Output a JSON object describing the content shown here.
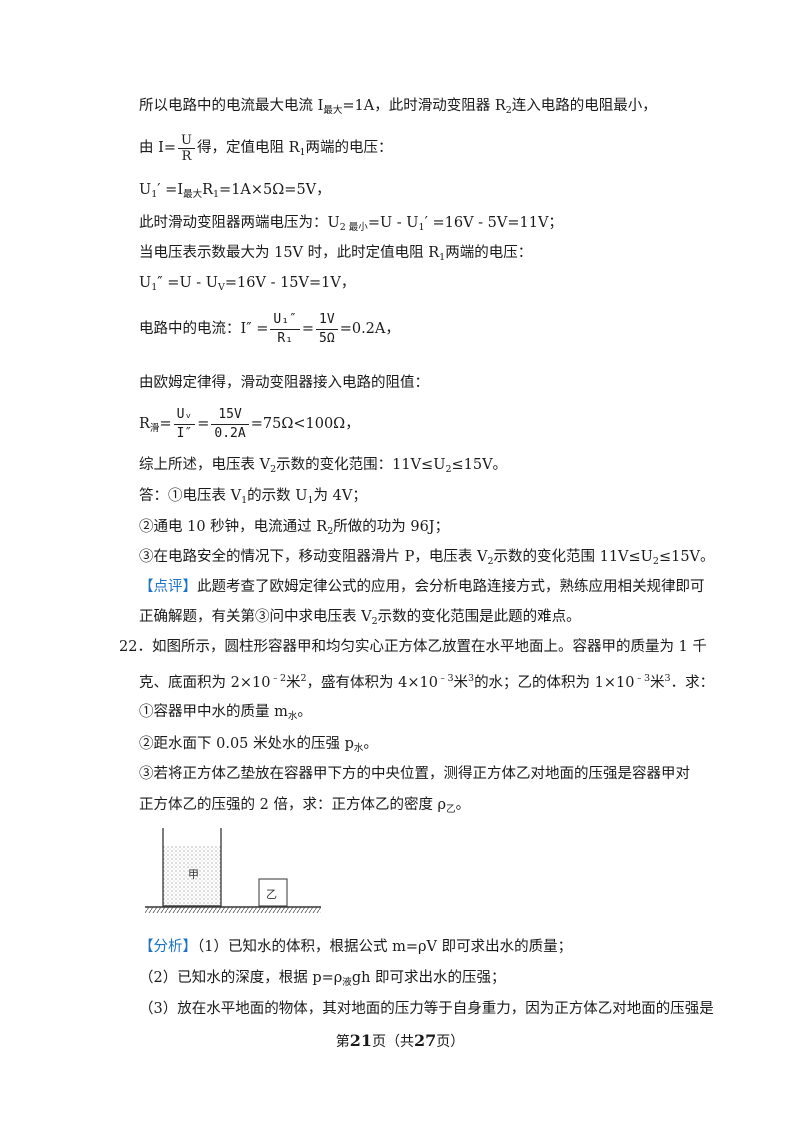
{
  "lines": {
    "l1": "所以电路中的电流最大电流 I",
    "l1_sub": "最大",
    "l1_rest": "=1A，此时滑动变阻器 R",
    "l1_sub2": "2",
    "l1_end": "连入电路的电阻最小，",
    "l2_pre": "由 I=",
    "l2_num": "U",
    "l2_den": "R",
    "l2_post": "得，定值电阻 R",
    "l2_sub": "1",
    "l2_end": "两端的电压：",
    "l3": "U",
    "l3_a": "1",
    "l3_b": "′ =I",
    "l3_c": "最大",
    "l3_d": "R",
    "l3_e": "1",
    "l3_f": "=1A×5Ω=5V，",
    "l4": "此时滑动变阻器两端电压为：U",
    "l4_sub": "2 最小",
    "l4_rest": "=U - U",
    "l4_sub2": "1",
    "l4_end": "′ =16V - 5V=11V；",
    "l5": "当电压表示数最大为 15V 时，此时定值电阻 R",
    "l5_sub": "1",
    "l5_end": "两端的电压：",
    "l6": "U",
    "l6_a": "1",
    "l6_b": "″ =U - U",
    "l6_c": "V",
    "l6_d": "=16V - 15V=1V，",
    "l7_pre": "电路中的电流：I″ =",
    "l7_num": "U₁″",
    "l7_den": "R₁",
    "l7_eq": "=",
    "l7_num2": "1V",
    "l7_den2": "5Ω",
    "l7_end": "=0.2A，",
    "l8": "由欧姆定律得，滑动变阻器接入电路的阻值：",
    "l9_pre": "R",
    "l9_sub": "滑",
    "l9_eq": "=",
    "l9_num": "Uᵥ",
    "l9_den": "I″",
    "l9_eq2": "=",
    "l9_num2": "15V",
    "l9_den2": "0.2A",
    "l9_end": "=75Ω<100Ω，",
    "l10": "综上所述，电压表 V",
    "l10_sub": "2",
    "l10_end": "示数的变化范围：11V≤U",
    "l10_sub2": "2",
    "l10_end2": "≤15V。",
    "l11": "答：①电压表 V",
    "l11_sub": "1",
    "l11_mid": "的示数 U",
    "l11_sub2": "1",
    "l11_end": "为 4V；",
    "l12": "②通电 10 秒钟，电流通过 R",
    "l12_sub": "2",
    "l12_end": "所做的功为 96J；",
    "l13": "③在电路安全的情况下，移动变阻器滑片 P，电压表 V",
    "l13_sub": "2",
    "l13_mid": "示数的变化范围 11V≤U",
    "l13_sub2": "2",
    "l13_end": "≤15V。",
    "l14_tag": "【点评】",
    "l14": "此题考查了欧姆定律公式的应用，会分析电路连接方式，熟练应用相关规律即可",
    "l15": "正确解题，有关第③问中求电压表 V",
    "l15_sub": "2",
    "l15_end": "示数的变化范围是此题的难点。",
    "q22": "22．如图所示，圆柱形容器甲和均匀实心正方体乙放置在水平地面上。容器甲的质量为 1 千",
    "q22b": "克、底面积为 2×10",
    "q22b_sup": "﹣2",
    "q22b_mid": "米",
    "q22b_sup2": "2",
    "q22b_mid2": "，盛有体积为 4×10",
    "q22b_sup3": "﹣3",
    "q22b_mid3": "米",
    "q22b_sup4": "3",
    "q22b_mid4": "的水；乙的体积为 1×10",
    "q22b_sup5": "﹣3",
    "q22b_mid5": "米",
    "q22b_sup6": "3",
    "q22b_end": "．求：",
    "q22c": "①容器甲中水的质量 m",
    "q22c_sub": "水",
    "q22c_end": "。",
    "q22d": "②距水面下 0.05 米处水的压强 p",
    "q22d_sub": "水",
    "q22d_end": "。",
    "q22e": "③若将正方体乙垫放在容器甲下方的中央位置，测得正方体乙对地面的压强是容器甲对",
    "q22f": "正方体乙的压强的 2 倍，求：正方体乙的密度 ρ",
    "q22f_sub": "乙",
    "q22f_end": "。",
    "fig_jia": "甲",
    "fig_yi": "乙",
    "a_tag": "【分析】",
    "a1": "（1）已知水的体积，根据公式 m=ρV 即可求出水的质量；",
    "a2": "（2）已知水的深度，根据 p=ρ",
    "a2_sub": "液",
    "a2_end": "gh 即可求出水的压强；",
    "a3": "（3）放在水平地面的物体，其对地面的压力等于自身重力，因为正方体乙对地面的压强是"
  },
  "footer": {
    "pre": "第",
    "page": "21",
    "mid": "页（共",
    "total": "27",
    "end": "页）"
  },
  "colors": {
    "accent": "#1a73c7"
  }
}
